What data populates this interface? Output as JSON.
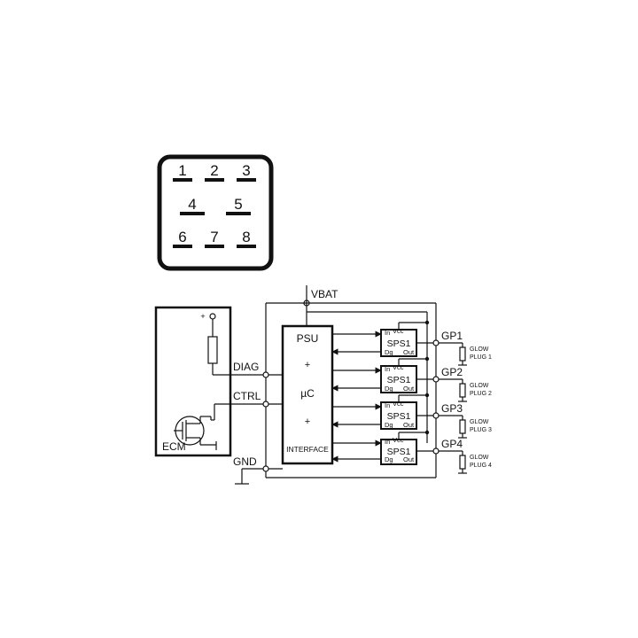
{
  "connector": {
    "pins": [
      "1",
      "2",
      "3",
      "4",
      "5",
      "6",
      "7",
      "8"
    ]
  },
  "schematic": {
    "vbat": "VBAT",
    "diag": "DIAG",
    "ctrl": "CTRL",
    "gnd": "GND",
    "ecm": "ECM",
    "plus_symbol": "+",
    "controller": {
      "psu": "PSU",
      "plus1": "+",
      "mu_c": "µC",
      "plus2": "+",
      "interface": "INTERFACE"
    },
    "switch_block": {
      "name": "SPS1",
      "in": "In",
      "vcc": "Vcc",
      "dg": "Dg",
      "out": "Out"
    },
    "channels": [
      {
        "gp": "GP1",
        "plug_line1": "GLOW",
        "plug_line2": "PLUG 1"
      },
      {
        "gp": "GP2",
        "plug_line1": "GLOW",
        "plug_line2": "PLUG 2"
      },
      {
        "gp": "GP3",
        "plug_line1": "GLOW",
        "plug_line2": "PLUG 3"
      },
      {
        "gp": "GP4",
        "plug_line1": "GLOW",
        "plug_line2": "PLUG 4"
      }
    ]
  }
}
